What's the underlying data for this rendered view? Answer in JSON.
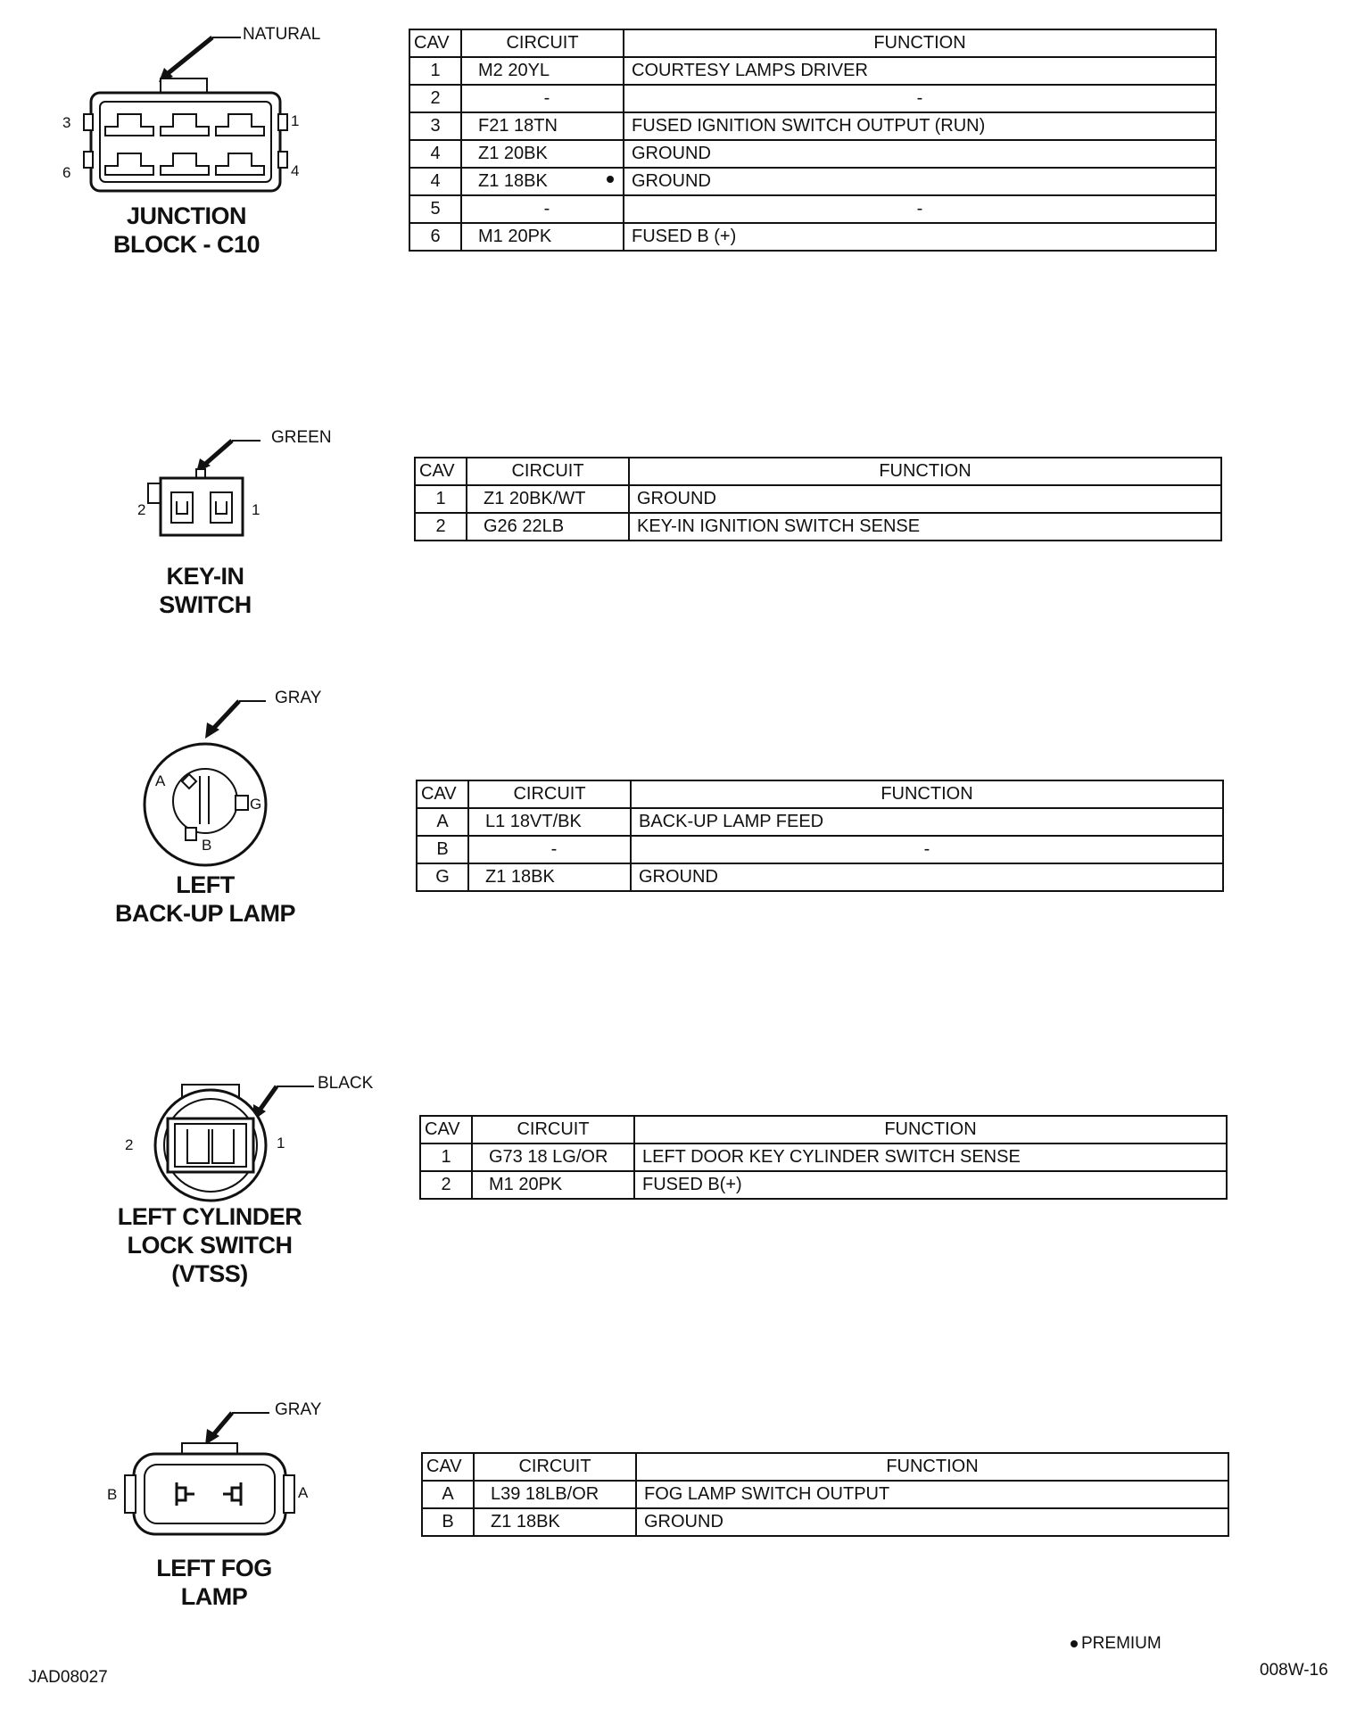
{
  "headers": {
    "cav": "CAV",
    "circuit": "CIRCUIT",
    "function": "FUNCTION"
  },
  "connectors": [
    {
      "title": [
        "JUNCTION",
        "BLOCK - C10"
      ],
      "color": "NATURAL",
      "pins": {
        "top_left": "3",
        "top_right": "1",
        "bottom_left": "6",
        "bottom_right": "4"
      },
      "rows": [
        {
          "cav": "1",
          "circuit": "M2 20YL",
          "function": "COURTESY LAMPS DRIVER"
        },
        {
          "cav": "2",
          "circuit": "-",
          "function": "-"
        },
        {
          "cav": "3",
          "circuit": "F21 18TN",
          "function": "FUSED IGNITION SWITCH OUTPUT (RUN)"
        },
        {
          "cav": "4",
          "circuit": "Z1 20BK",
          "function": "GROUND"
        },
        {
          "cav": "4",
          "circuit": "Z1 18BK",
          "function": "GROUND",
          "premium": true
        },
        {
          "cav": "5",
          "circuit": "-",
          "function": "-"
        },
        {
          "cav": "6",
          "circuit": "M1 20PK",
          "function": "FUSED B (+)"
        }
      ]
    },
    {
      "title": [
        "KEY-IN",
        "SWITCH"
      ],
      "color": "GREEN",
      "pins": {
        "left": "2",
        "right": "1"
      },
      "rows": [
        {
          "cav": "1",
          "circuit": "Z1 20BK/WT",
          "function": "GROUND"
        },
        {
          "cav": "2",
          "circuit": "G26 22LB",
          "function": "KEY-IN IGNITION SWITCH SENSE"
        }
      ]
    },
    {
      "title": [
        "LEFT",
        "BACK-UP LAMP"
      ],
      "color": "GRAY",
      "pins": {
        "a": "A",
        "g": "G",
        "b": "B"
      },
      "rows": [
        {
          "cav": "A",
          "circuit": "L1 18VT/BK",
          "function": "BACK-UP LAMP FEED"
        },
        {
          "cav": "B",
          "circuit": "-",
          "function": "-"
        },
        {
          "cav": "G",
          "circuit": "Z1 18BK",
          "function": "GROUND"
        }
      ]
    },
    {
      "title": [
        "LEFT CYLINDER",
        "LOCK SWITCH",
        "(VTSS)"
      ],
      "color": "BLACK",
      "pins": {
        "left": "2",
        "right": "1"
      },
      "rows": [
        {
          "cav": "1",
          "circuit": "G73 18 LG/OR",
          "function": "LEFT DOOR KEY CYLINDER SWITCH SENSE"
        },
        {
          "cav": "2",
          "circuit": "M1 20PK",
          "function": "FUSED B(+)"
        }
      ]
    },
    {
      "title": [
        "LEFT FOG",
        "LAMP"
      ],
      "color": "GRAY",
      "pins": {
        "left": "B",
        "right": "A"
      },
      "rows": [
        {
          "cav": "A",
          "circuit": "L39 18LB/OR",
          "function": "FOG LAMP SWITCH OUTPUT"
        },
        {
          "cav": "B",
          "circuit": "Z1 18BK",
          "function": "GROUND"
        }
      ]
    }
  ],
  "footer": {
    "legend": "PREMIUM",
    "figure_id": "JAD08027",
    "page_code": "008W-16"
  }
}
